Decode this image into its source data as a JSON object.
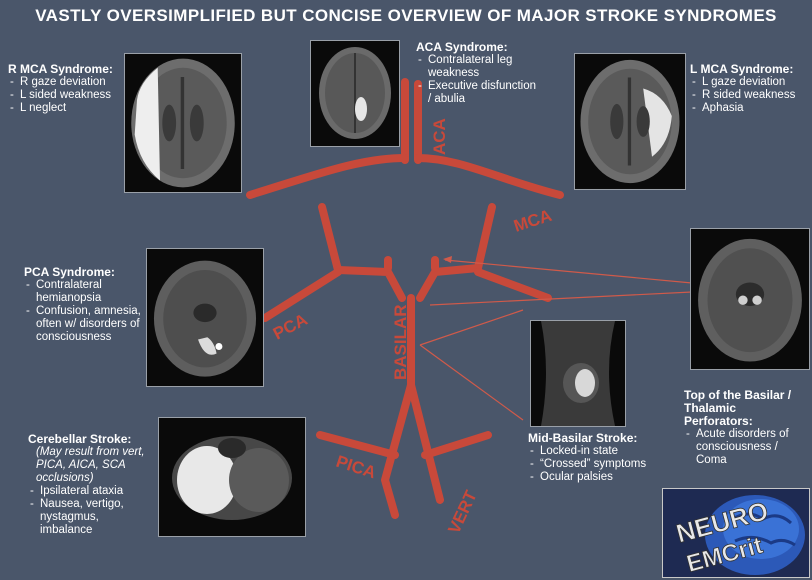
{
  "title": "VASTLY OVERSIMPLIFIED BUT CONCISE OVERVIEW OF MAJOR STROKE SYNDROMES",
  "vessels": {
    "aca": "ACA",
    "mca": "MCA",
    "pca": "PCA",
    "basilar": "BASILAR",
    "pica": "PICA",
    "vert": "VERT"
  },
  "syndromes": {
    "r_mca": {
      "heading": "R MCA Syndrome:",
      "items": [
        "R gaze deviation",
        "L sided weakness",
        "L neglect"
      ]
    },
    "aca": {
      "heading": "ACA Syndrome:",
      "items": [
        "Contralateral leg weakness",
        "Executive disfunction / abulia"
      ]
    },
    "l_mca": {
      "heading": "L MCA Syndrome:",
      "items": [
        "L gaze deviation",
        "R sided weakness",
        "Aphasia"
      ]
    },
    "pca": {
      "heading": "PCA Syndrome:",
      "items": [
        "Contralateral hemianopsia",
        "Confusion, amnesia, often w/ disorders of consciousness"
      ]
    },
    "top_basilar": {
      "heading": "Top of the Basilar / Thalamic Perforators:",
      "items": [
        "Acute disorders of consciousness / Coma"
      ]
    },
    "mid_basilar": {
      "heading": "Mid-Basilar Stroke:",
      "items": [
        "Locked-in state",
        "“Crossed” symptoms",
        "Ocular palsies"
      ]
    },
    "cerebellar": {
      "heading": "Cerebellar Stroke:",
      "note": "(May result from vert, PICA, AICA, SCA occlusions)",
      "items": [
        "Ipsilateral ataxia",
        "Nausea, vertigo, nystagmus, imbalance"
      ]
    }
  },
  "logo": {
    "line1": "NEURO",
    "line2": "EMCrit"
  },
  "colors": {
    "background": "#4a566a",
    "vessel": "#c8493a",
    "text": "#ffffff",
    "pointer": "#d05a4a"
  }
}
